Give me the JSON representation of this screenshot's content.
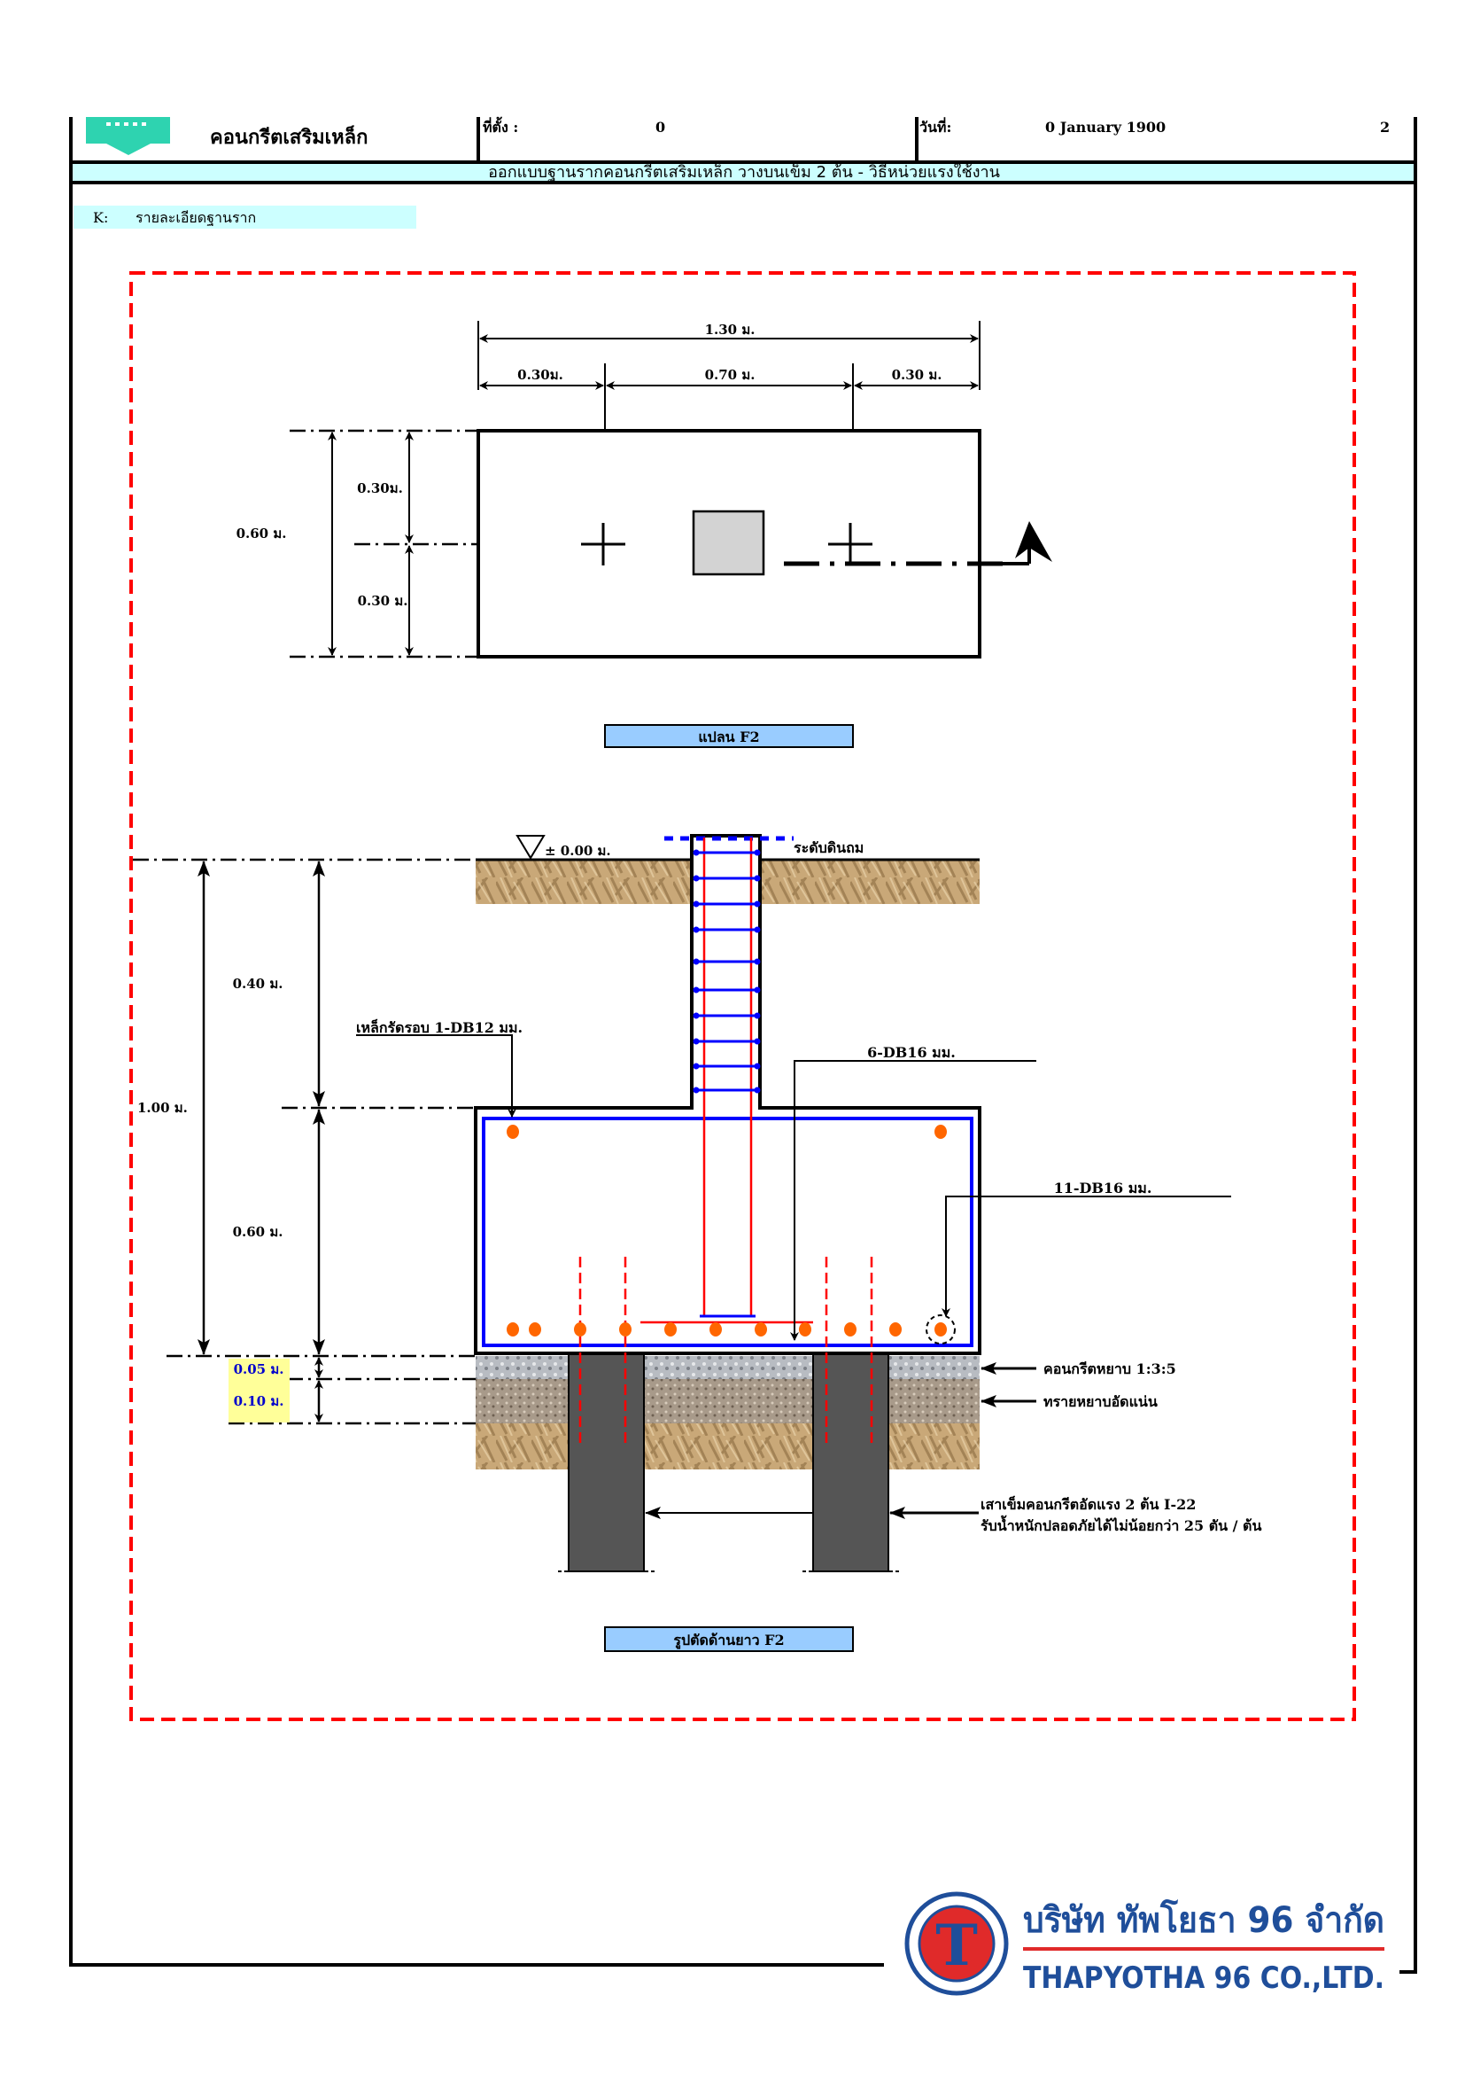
{
  "header": {
    "app_title": "คอนกรีตเสริมเหล็ก",
    "location_label": "ที่ตั้ง :",
    "location_value": "0",
    "date_label": "วันที่:",
    "date_value": "0 January 1900",
    "page_number": "2",
    "banner_title": "ออกแบบฐานรากคอนกรีตเสริมเหล็ก วางบนเข็ม  2 ต้น - วิธีหน่วยแรงใช้งาน",
    "section_code": "K:",
    "section_title": "รายละเอียดฐานราก"
  },
  "plan": {
    "total_width": "1.30 ม.",
    "edge_left": "0.30ม.",
    "center_span": "0.70 ม.",
    "edge_right": "0.30 ม.",
    "total_depth": "0.60 ม.",
    "half_top": "0.30ม.",
    "half_bottom": "0.30 ม.",
    "caption": "แปลน F2"
  },
  "section": {
    "ground_level": "± 0.00 ม.",
    "fill_level_label": "ระดับดินถม",
    "column_depth": "0.40 ม.",
    "total_depth": "1.00 ม.",
    "footing_thickness": "0.60 ม.",
    "lean_concrete_thickness": "0.05 ม.",
    "sand_thickness": "0.10 ม.",
    "stirrup_label": "เหล็กรัดรอบ 1-DB12 มม.",
    "column_bars_label": "6-DB16 มม.",
    "bottom_bars_label": "11-DB16 มม.",
    "lean_concrete_label": "คอนกรีตหยาบ 1:3:5",
    "sand_label": "ทรายหยาบอัดแน่น",
    "pile_label_1": "เสาเข็มคอนกรีตอัดแรง 2 ต้น I-22",
    "pile_label_2": "รับน้ำหนักปลอดภัยได้ไม่น้อยกว่า 25 ตัน / ต้น",
    "caption": "รูปตัดด้านยาว F2"
  },
  "company": {
    "name_th": "บริษัท ทัพโยธา 96 จำกัด",
    "name_en": "THAPYOTHA 96 CO.,LTD.",
    "logo_letter": "T"
  },
  "colors": {
    "banner": "#ccffff",
    "caption_box": "#99ccff",
    "frame": "#ff0000",
    "stirrup": "#0000ff",
    "bar": "#ff6600",
    "brand_blue": "#1f4e9a"
  }
}
